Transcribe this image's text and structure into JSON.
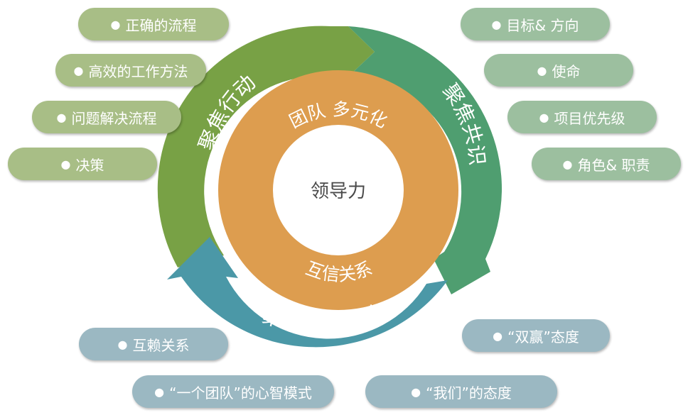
{
  "center": {
    "label": "领导力"
  },
  "ring": {
    "top_label": "团队 多元化",
    "bottom_label": "互信关系",
    "color": "#dd9d4f"
  },
  "arcs": {
    "action": {
      "label": "聚焦行动",
      "color": "#78a145"
    },
    "consensus": {
      "label": "聚焦共识",
      "color": "#4f9e70"
    },
    "spirit": {
      "label": "聚焦团队精神",
      "color": "#4b98a7"
    }
  },
  "action_items": [
    "正确的流程",
    "高效的工作方法",
    "问题解决流程",
    "决策"
  ],
  "consensus_items": [
    "目标& 方向",
    "使命",
    "项目优先级",
    "角色& 职责"
  ],
  "spirit_items": [
    "互赖关系",
    "“一个团队”的心智模式",
    "“双赢”态度",
    "“我们”的态度"
  ],
  "bullet": "●"
}
